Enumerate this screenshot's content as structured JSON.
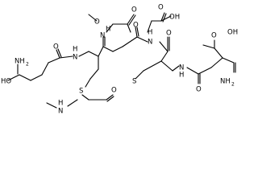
{
  "atoms": {
    "left_nh2": "NH",
    "left_nh2_sub": "2",
    "left_cooh": "HO",
    "left_carbonyl_o": "O",
    "left_amide_nh": "H",
    "left_amide_n": "N",
    "methyl_ester_o1": "O",
    "methyl_ester_o2": "O",
    "gly_nh": "H",
    "gly_n": "N",
    "carbamate_o": "O",
    "sulfur_left": "S",
    "carbamate_nh": "H",
    "carbamate_n": "N",
    "cys_carbonyl_o": "O",
    "sulfur_right": "S",
    "gly2_cooh_o": "O",
    "gly2_cooh_oh": "OH",
    "gly2_nh": "H",
    "gly2_n": "N",
    "gly2_carbonyl_o": "O",
    "right_amide_nh": "H",
    "right_amide_n": "N",
    "right_carbonyl_o": "O",
    "right_nh2": "NH",
    "right_nh2_sub": "2",
    "right_cooh_o": "O",
    "right_cooh_oh": "OH"
  }
}
